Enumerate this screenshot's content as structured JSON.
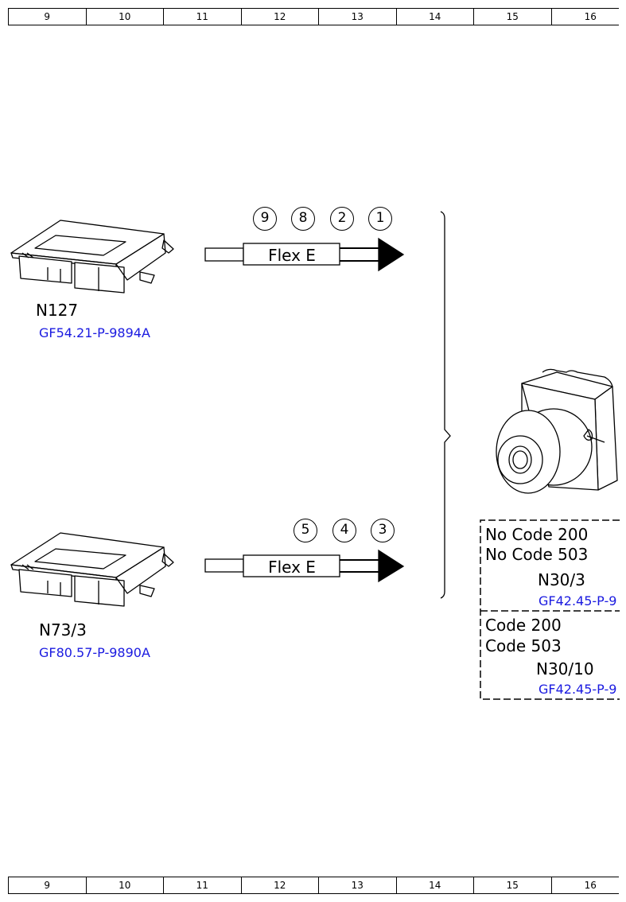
{
  "ruler": {
    "columns": [
      "9",
      "10",
      "11",
      "12",
      "13",
      "14",
      "15",
      "16"
    ]
  },
  "modules": [
    {
      "name": "N127",
      "ref": "GF54.21-P-9894A"
    },
    {
      "name": "N73/3",
      "ref": "GF80.57-P-9890A"
    }
  ],
  "connections": [
    {
      "bus": "Flex E",
      "pins": [
        "9",
        "8",
        "2",
        "1"
      ]
    },
    {
      "bus": "Flex E",
      "pins": [
        "5",
        "4",
        "3"
      ]
    }
  ],
  "target": {
    "variants": [
      {
        "lines": [
          "No Code 200",
          "No Code 503"
        ],
        "name": "N30/3",
        "ref": "GF42.45-P-9"
      },
      {
        "lines": [
          "Code 200",
          "Code 503"
        ],
        "name": "N30/10",
        "ref": "GF42.45-P-9"
      }
    ]
  },
  "colors": {
    "link": "#1a1ae0",
    "line": "#000000"
  }
}
